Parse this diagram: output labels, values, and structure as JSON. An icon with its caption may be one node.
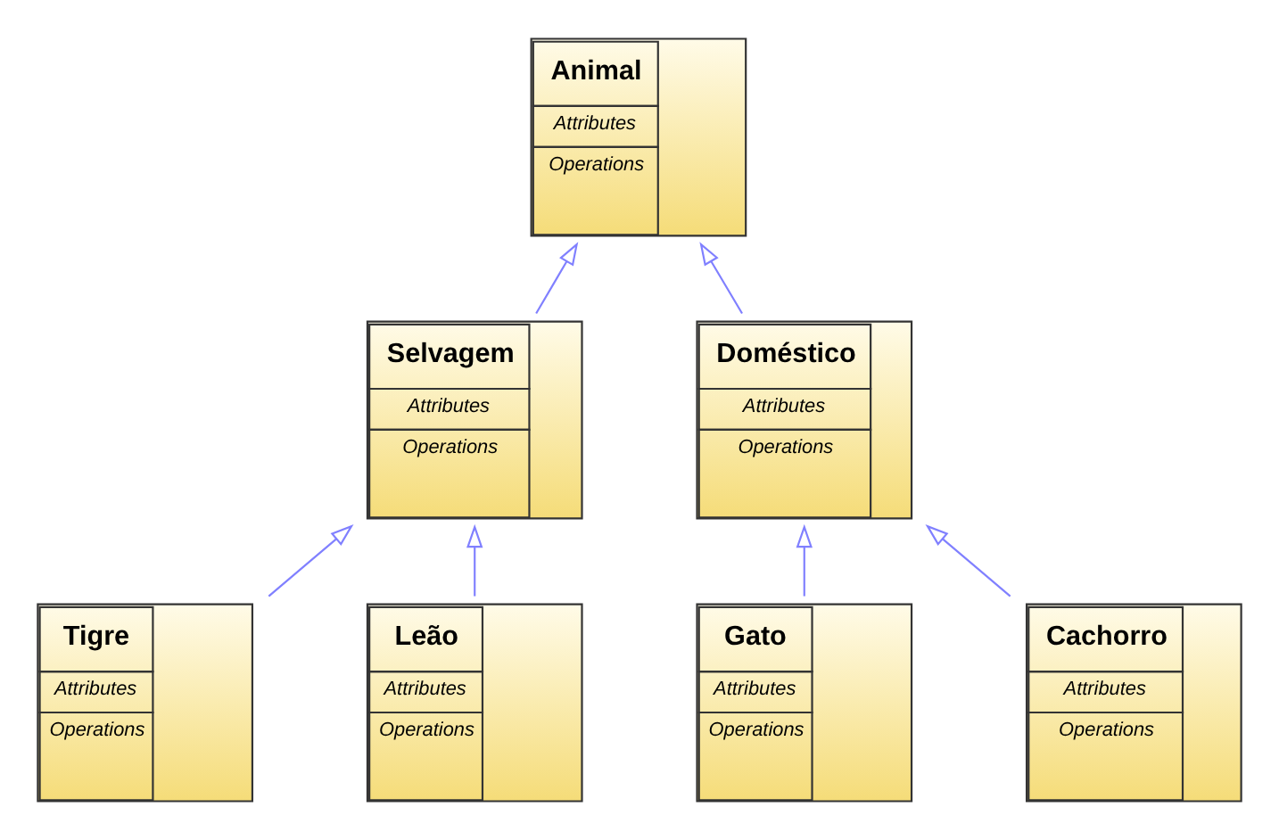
{
  "diagram": {
    "nodes": [
      {
        "text": [
          "Animal",
          "Attributes",
          "Operations"
        ]
      },
      {
        "text": [
          "Selvagem",
          "Attributes",
          "Operations"
        ]
      },
      {
        "text": [
          "Doméstico",
          "Attributes",
          "Operations"
        ]
      },
      {
        "text": [
          "Tigre",
          "Attributes",
          "Operations"
        ]
      },
      {
        "text": [
          "Leão",
          "Attributes",
          "Operations"
        ]
      },
      {
        "text": [
          "Gato",
          "Attributes",
          "Operations"
        ]
      },
      {
        "text": [
          "Cachorro",
          "Attributes",
          "Operations"
        ]
      }
    ],
    "edges": [
      {
        "from": 1,
        "to": 0,
        "arrow": "to"
      },
      {
        "from": 2,
        "to": 0,
        "arrow": "to"
      },
      {
        "from": 3,
        "to": 1,
        "arrow": "to"
      },
      {
        "from": 4,
        "to": 1,
        "arrow": "to"
      },
      {
        "from": 5,
        "to": 2,
        "arrow": "to"
      },
      {
        "from": 6,
        "to": 2,
        "arrow": "to"
      }
    ]
  }
}
